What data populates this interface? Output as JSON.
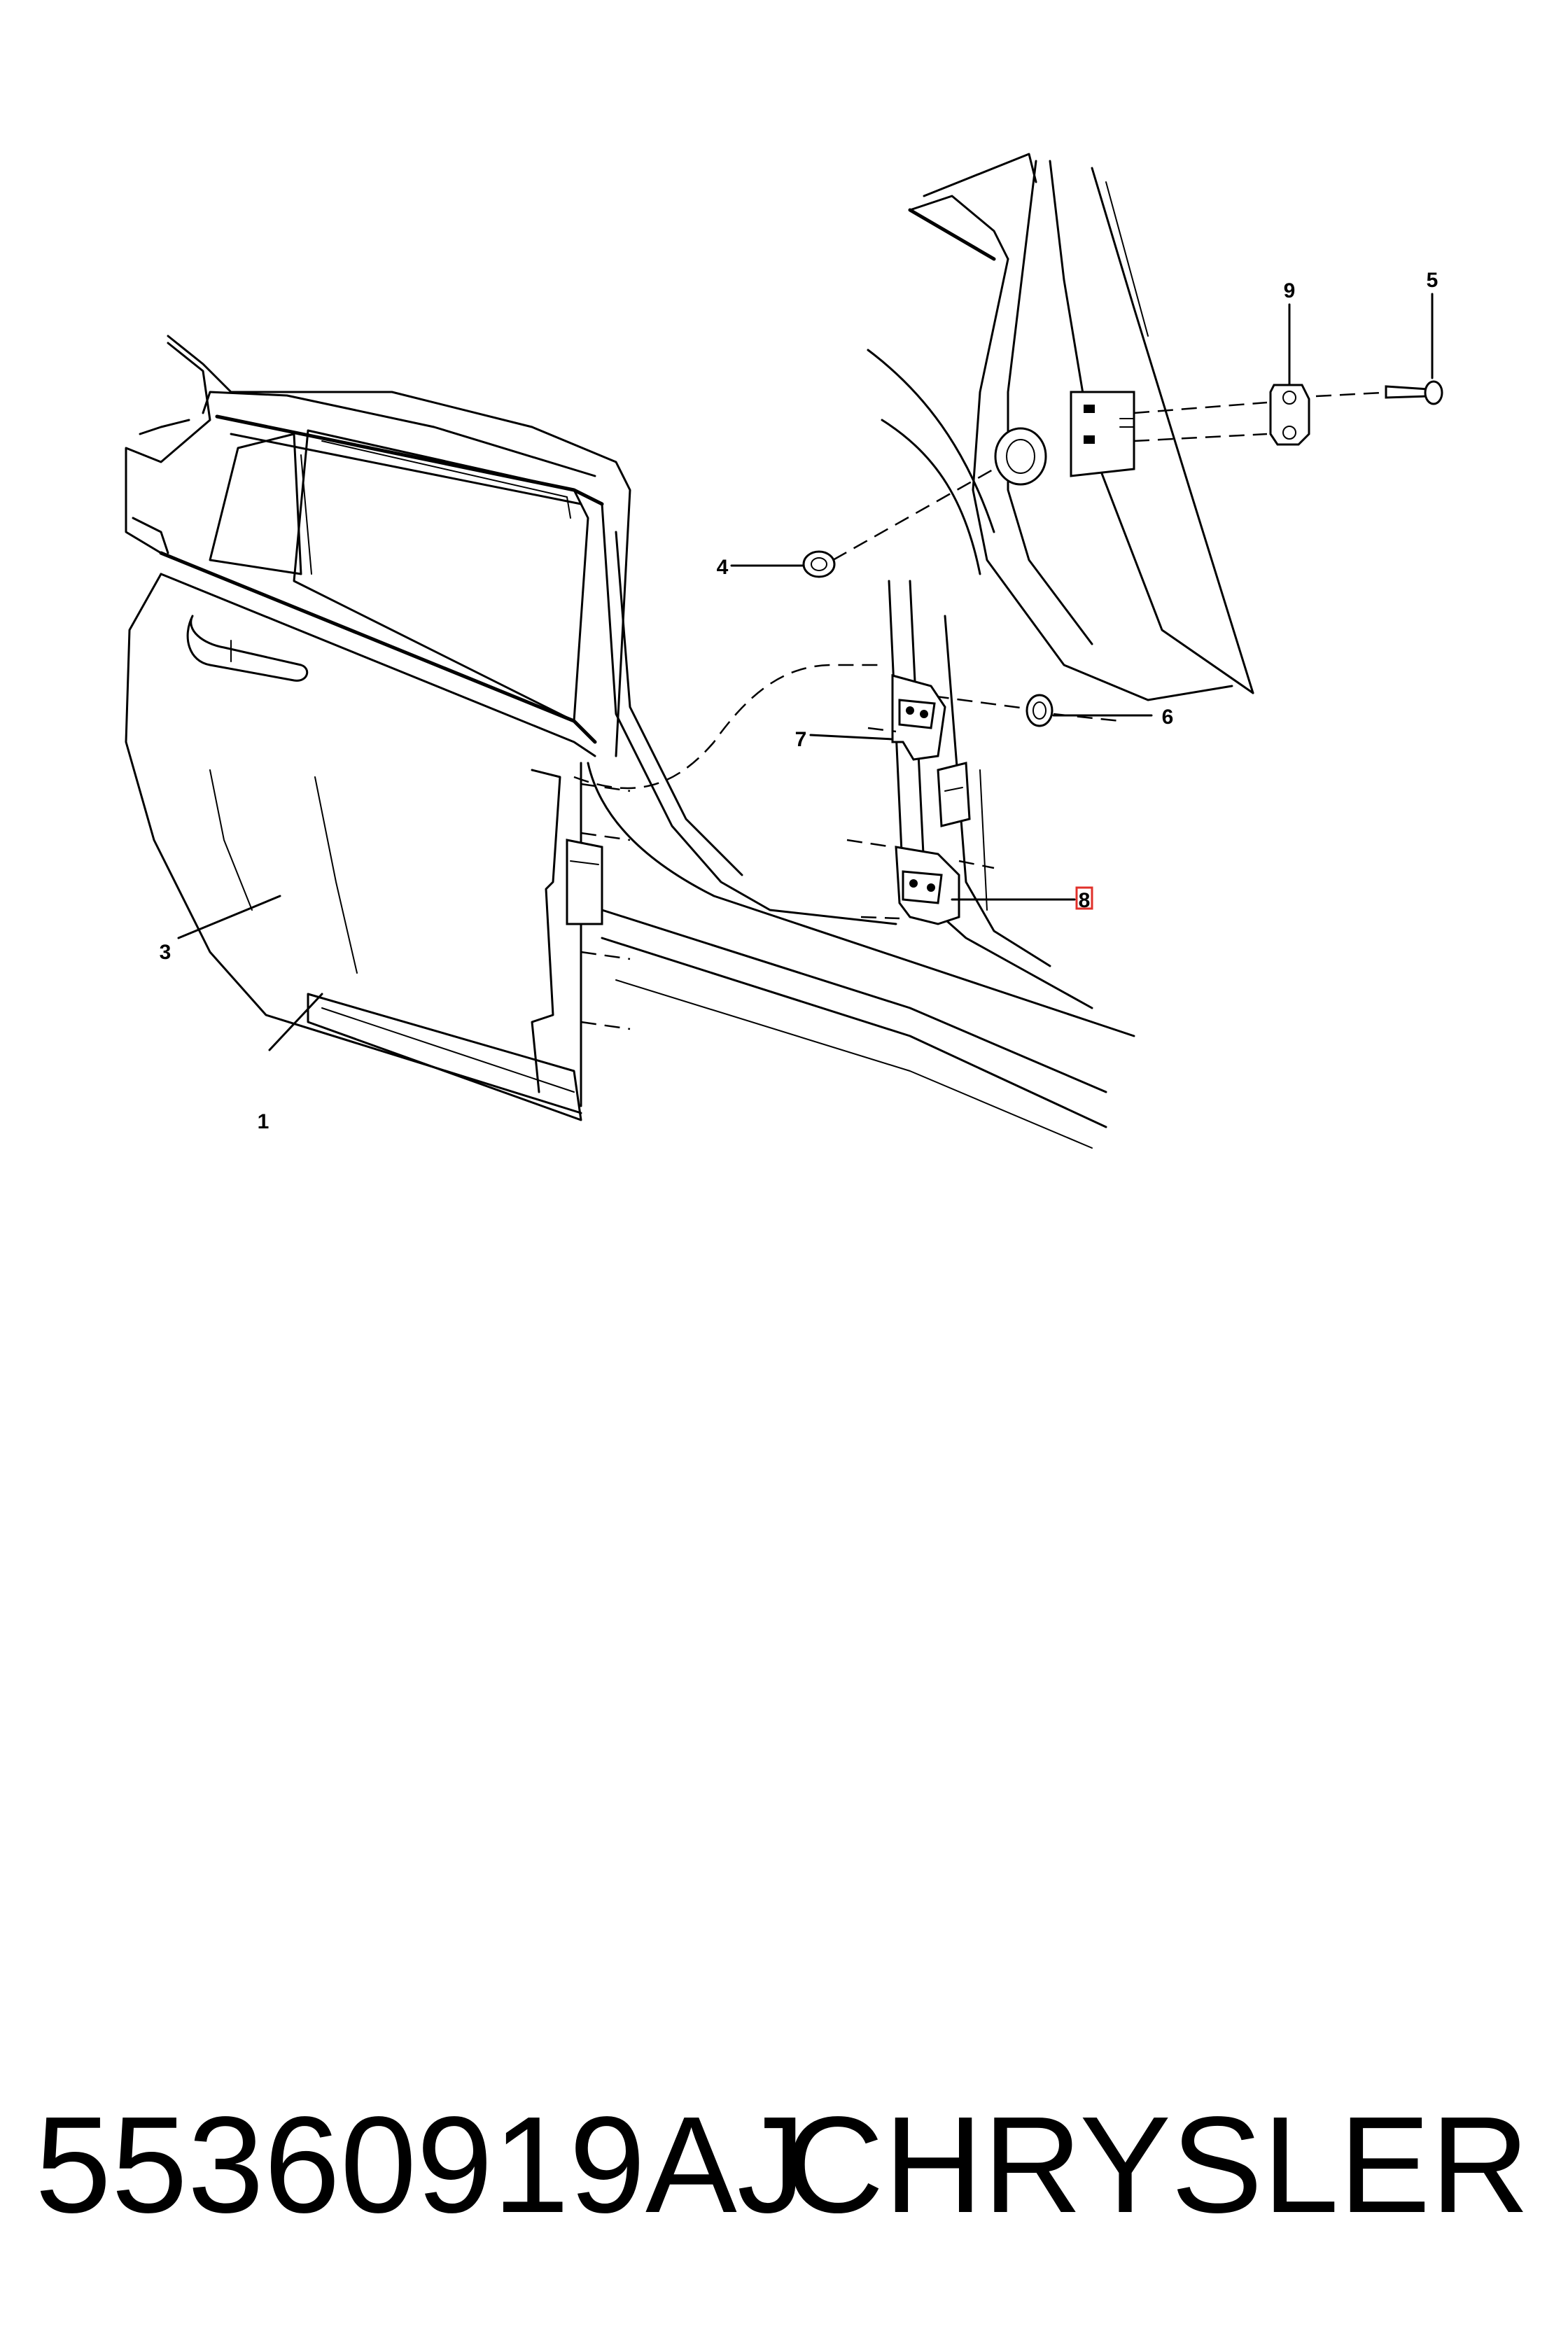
{
  "callouts": [
    {
      "id": "1",
      "label": "1"
    },
    {
      "id": "3",
      "label": "3"
    },
    {
      "id": "4",
      "label": "4"
    },
    {
      "id": "5",
      "label": "5"
    },
    {
      "id": "6",
      "label": "6"
    },
    {
      "id": "7",
      "label": "7"
    },
    {
      "id": "8",
      "label": "8",
      "highlighted": true
    },
    {
      "id": "9",
      "label": "9"
    }
  ],
  "highlight_color": "#e0302a",
  "footer": {
    "part_number": "55360919AJ",
    "brand": "CHRYSLER"
  }
}
